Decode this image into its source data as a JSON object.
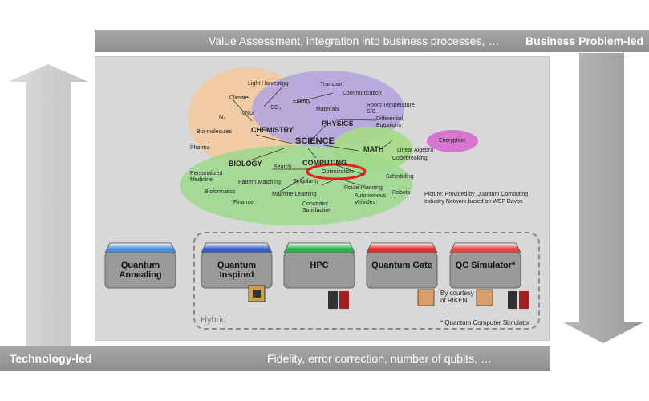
{
  "top_bar": {
    "text": "Value Assessment,  integration into business processes, …",
    "label": "Business Problem-led"
  },
  "bottom_bar": {
    "label": "Technology-led",
    "text": "Fidelity, error correction, number of qubits, …"
  },
  "science_map": {
    "center": "SCIENCE",
    "chemistry": {
      "title": "CHEMISTRY",
      "items": [
        "Light Harvesting",
        "Climate",
        "Energy",
        "LNG",
        "CO₂",
        "N₂",
        "Bio-molecules",
        "Pharma"
      ]
    },
    "physics": {
      "title": "PHYSICS",
      "items": [
        "Transport",
        "Communication",
        "Materials",
        "Room Temperature S/C",
        "Differential Equations"
      ]
    },
    "math": {
      "title": "MATH",
      "items": [
        "Encryption",
        "Linear Algebra",
        "Codebreaking"
      ]
    },
    "biology": {
      "title": "BIOLOGY",
      "items": [
        "Personalized Medicine",
        "Bioformatics"
      ]
    },
    "computing": {
      "title": "COMPUTING",
      "items": [
        "Search",
        "Optimization",
        "Scheduling",
        "Pattern Matching",
        "Singularity",
        "Route Planning",
        "Robots",
        "Machine Learning",
        "Autonomous Vehicles",
        "Finance",
        "Constraint Satisfaction"
      ]
    }
  },
  "picture_credit": "Picture: Provided by Quantum Computing Industry Network based on WEF Davos",
  "blocks": [
    {
      "label": "Quantum Annealing",
      "color": "#4a8fd6"
    },
    {
      "label": "Quantum Inspired",
      "color": "#3a5fc2"
    },
    {
      "label": "HPC",
      "color": "#2bb24a"
    },
    {
      "label": "Quantum Gate",
      "color": "#e0302e"
    },
    {
      "label": "QC Simulator*",
      "color": "#e04848"
    }
  ],
  "hybrid_label": "Hybrid",
  "riken_credit": "By courtesy of RIKEN",
  "footnote": "* Quantum Computer Simulator"
}
